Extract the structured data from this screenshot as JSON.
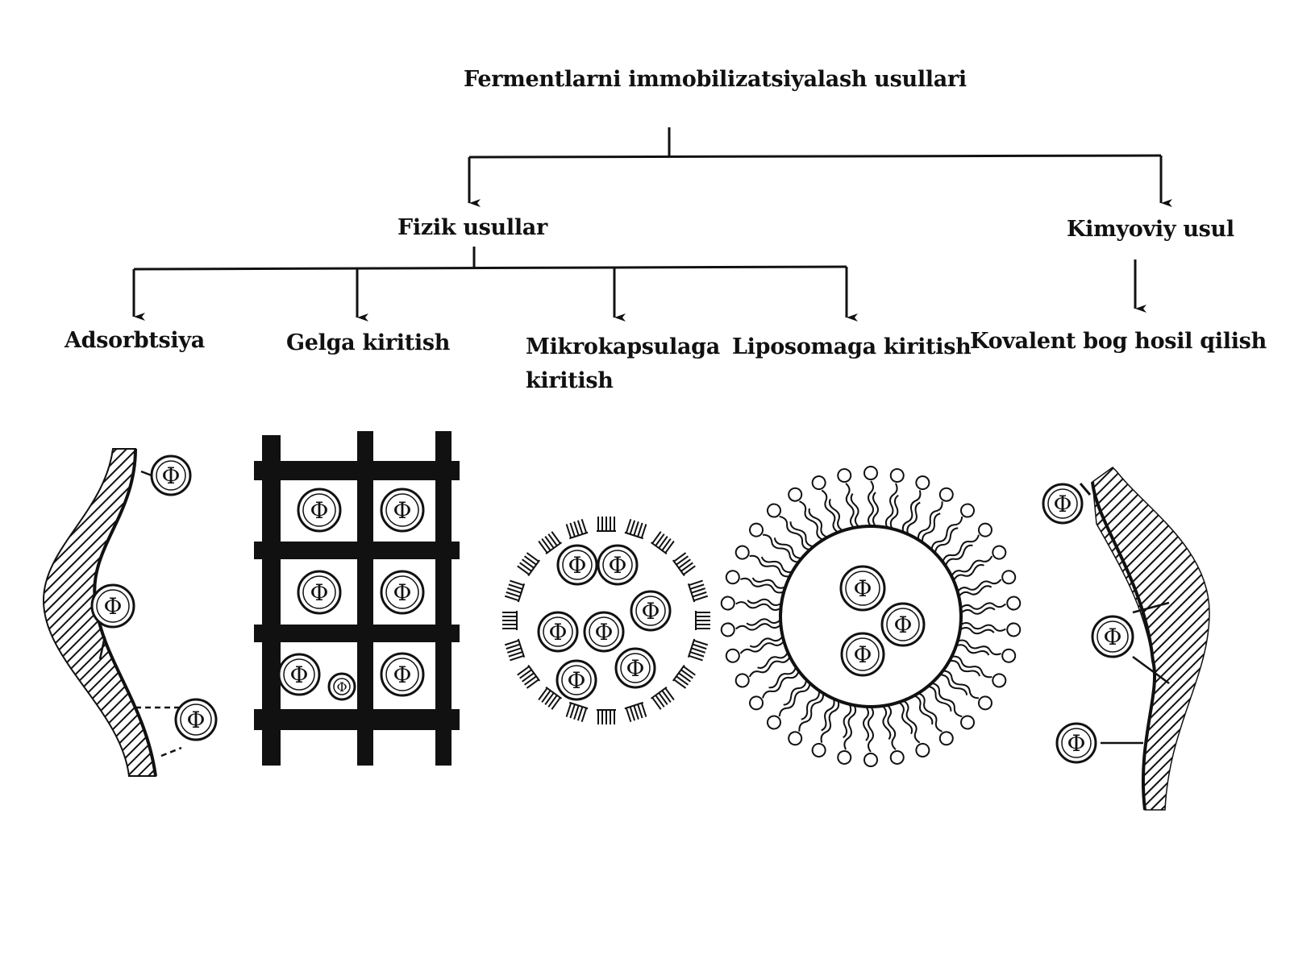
{
  "diagram": {
    "title": "Fermentlarni immobilizatsiyalash usullari",
    "branches": {
      "physical": "Fizik usullar",
      "chemical": "Kimyoviy usul"
    },
    "methods": {
      "adsorption": "Adsorbtsiya",
      "gel": "Gelga kiritish",
      "microcapsule_line1": "Mikrokapsulaga",
      "microcapsule_line2": "kiritish",
      "liposome": "Liposomaga kiritish",
      "covalent": "Kovalent bog hosil qilish"
    },
    "enzyme_symbol": "Φ",
    "colors": {
      "ink": "#111111",
      "background": "#ffffff"
    }
  }
}
